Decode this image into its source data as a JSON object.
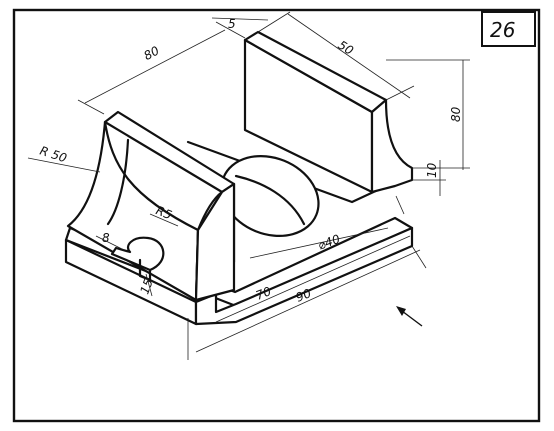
{
  "sheet": {
    "number": "26"
  },
  "dimensions": {
    "depth_top": "80",
    "wall_thickness": "5",
    "width_top": "50",
    "height_right": "80",
    "step_height": "10",
    "fillet_radius_large": "R 50",
    "fillet_radius_small": "R5",
    "slot_width": "8",
    "slot_depth": "15",
    "hole_diameter": "⌀40",
    "length_inner": "70",
    "length_total": "90"
  },
  "colors": {
    "ink": "#111111",
    "paper": "#ffffff"
  }
}
